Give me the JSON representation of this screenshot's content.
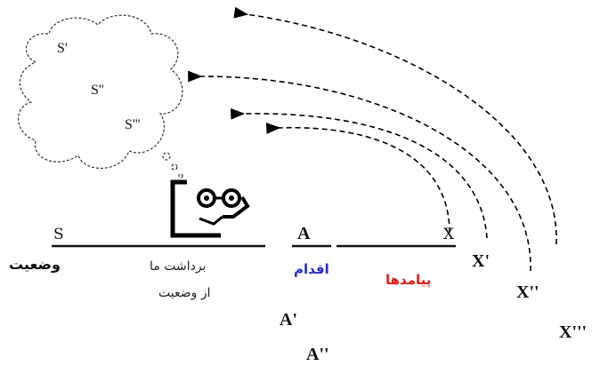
{
  "cloud_states": [
    "S'",
    "S''",
    "S'''"
  ],
  "state_label": "S",
  "action_label": "A",
  "outcome_label": "X",
  "outcome_variants": [
    "X'",
    "X''",
    "X'''"
  ],
  "action_variants": [
    "A'",
    "A''"
  ],
  "fa_state": "وضعیت",
  "fa_perception_line1": "برداشت ما",
  "fa_perception_line2": "از وضعیت",
  "fa_action": "اقدام",
  "fa_outcomes": "پیامدها",
  "colors": {
    "action": "#2a2ad0",
    "outcomes": "#e01b1b",
    "ink": "#111111"
  },
  "icons": [
    "thought-cloud-icon",
    "observer-face-icon"
  ]
}
